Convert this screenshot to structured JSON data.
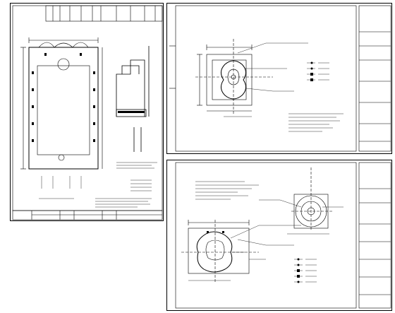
{
  "drawing_set": {
    "sheet_count": 3,
    "sheets": [
      {
        "id": "sheet-1",
        "caption": ""
      },
      {
        "id": "sheet-2",
        "caption": ""
      },
      {
        "id": "sheet-3",
        "caption": ""
      }
    ]
  }
}
